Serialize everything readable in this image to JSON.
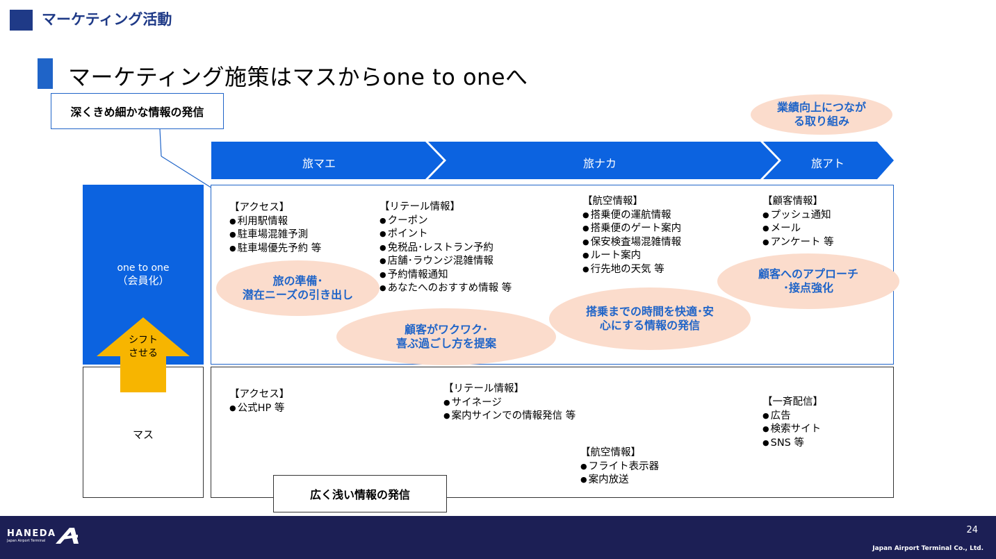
{
  "header": {
    "title": "マーケティング活動",
    "subtitle": "マーケティング施策はマスからone to oneへ"
  },
  "callouts": {
    "top": "深くきめ細かな情報の発信",
    "bottom": "広く浅い情報の発信"
  },
  "phases": [
    "旅マエ",
    "旅ナカ",
    "旅アト"
  ],
  "left_column": {
    "one_to_one_line1": "one to one",
    "one_to_one_line2": "（会員化）",
    "shift_arrow": "シフト\nさせる",
    "mass": "マス"
  },
  "one_to_one": {
    "access": {
      "heading": "【アクセス】",
      "items": [
        "利用駅情報",
        "駐車場混雑予測",
        "駐車場優先予約 等"
      ]
    },
    "retail": {
      "heading": "【リテール情報】",
      "items": [
        "クーポン",
        "ポイント",
        "免税品･レストラン予約",
        "店舗･ラウンジ混雑情報",
        "予約情報通知",
        "あなたへのおすすめ情報 等"
      ]
    },
    "flight": {
      "heading": "【航空情報】",
      "items": [
        "搭乗便の運航情報",
        "搭乗便のゲート案内",
        "保安検査場混雑情報",
        "ルート案内",
        "行先地の天気 等"
      ]
    },
    "customer": {
      "heading": "【顧客情報】",
      "items": [
        "プッシュ通知",
        "メール",
        "アンケート 等"
      ]
    }
  },
  "bubbles": {
    "performance": "業績向上につなが\nる取り組み",
    "preparation": "旅の準備･\n潜在ニーズの引き出し",
    "excitement": "顧客がワクワク･\n喜ぶ過ごし方を提案",
    "comfort": "搭乗までの時間を快適･安\n心にする情報の発信",
    "approach": "顧客へのアプローチ\n･接点強化"
  },
  "mass": {
    "access": {
      "heading": "【アクセス】",
      "items": [
        "公式HP 等"
      ]
    },
    "retail": {
      "heading": "【リテール情報】",
      "items": [
        "サイネージ",
        "案内サインでの情報発信 等"
      ]
    },
    "flight": {
      "heading": "【航空情報】",
      "items": [
        "フライト表示器",
        "案内放送"
      ]
    },
    "broadcast": {
      "heading": "【一斉配信】",
      "items": [
        "広告",
        "検索サイト",
        "SNS 等"
      ]
    }
  },
  "footer": {
    "logo": "HANEDA",
    "logo_sub": "Japan Airport Terminal",
    "page": "24",
    "company": "Japan Airport Terminal Co., Ltd."
  },
  "colors": {
    "navy": "#1f3a87",
    "blue": "#0c63e0",
    "bubble": "#fbdccc",
    "arrow": "#f7b500",
    "footer": "#1c1f55"
  }
}
